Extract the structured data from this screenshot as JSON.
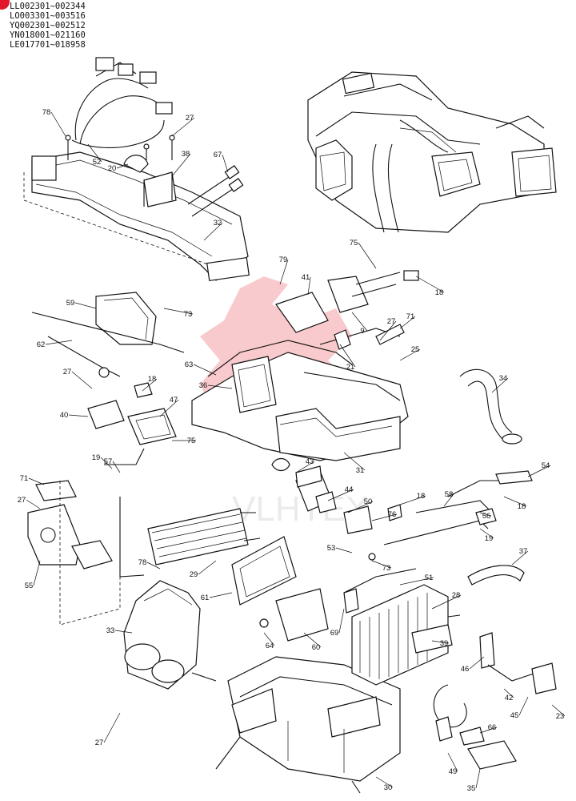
{
  "serial_ranges": [
    "LL002301~002344",
    "LO003301~003516",
    "YQ002301~002512",
    "YN018001~021160",
    "LE017701~018958"
  ],
  "watermark_text": "VLHTEX",
  "colors": {
    "ink": "#111111",
    "corner_mark": "#e2152a",
    "watermark": "#e8404a"
  },
  "callouts": [
    "78",
    "27",
    "52",
    "20",
    "38",
    "67",
    "32",
    "75",
    "79",
    "41",
    "18",
    "59",
    "73",
    "9",
    "27",
    "71",
    "62",
    "21",
    "25",
    "63",
    "18",
    "36",
    "34",
    "27",
    "47",
    "40",
    "75",
    "19",
    "57",
    "43",
    "31",
    "44",
    "18",
    "71",
    "50",
    "58",
    "54",
    "27",
    "76",
    "56",
    "18",
    "55",
    "53",
    "19",
    "37",
    "29",
    "78",
    "73",
    "51",
    "61",
    "28",
    "33",
    "64",
    "60",
    "69",
    "39",
    "46",
    "42",
    "23",
    "45",
    "27",
    "66",
    "49",
    "35",
    "30"
  ]
}
